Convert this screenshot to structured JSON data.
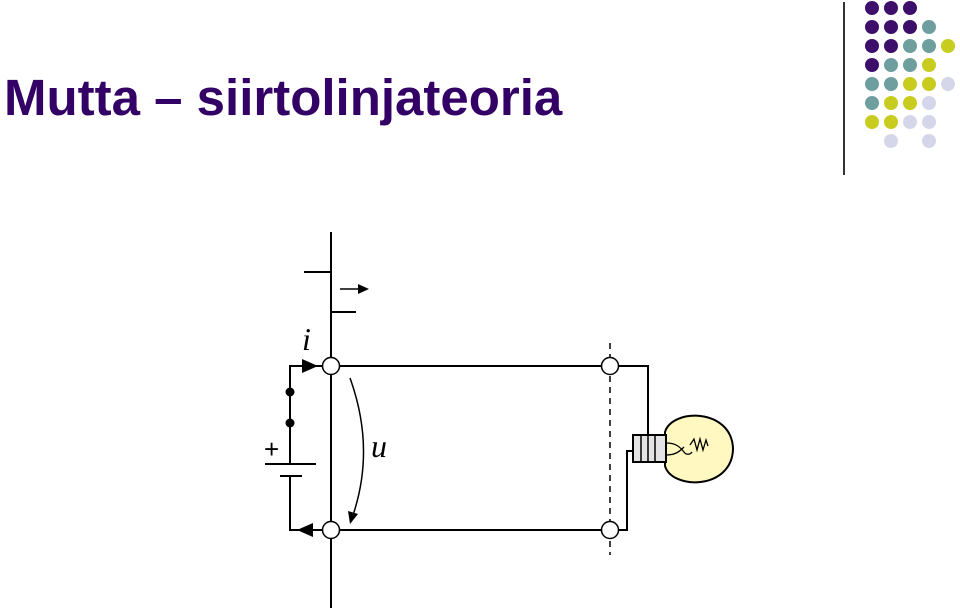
{
  "slide": {
    "title": "Mutta – siirtolinjateoria"
  },
  "colors": {
    "title": "#330066",
    "dot_purple": "#3d0f6b",
    "dot_teal": "#6f9e9e",
    "dot_yellow": "#c8cc1e",
    "dot_lavender": "#d6d6ea",
    "bulb_fill": "#fff8c0"
  },
  "diagram": {
    "current_label": "i",
    "voltage_label": "u",
    "battery_plus": "+"
  }
}
